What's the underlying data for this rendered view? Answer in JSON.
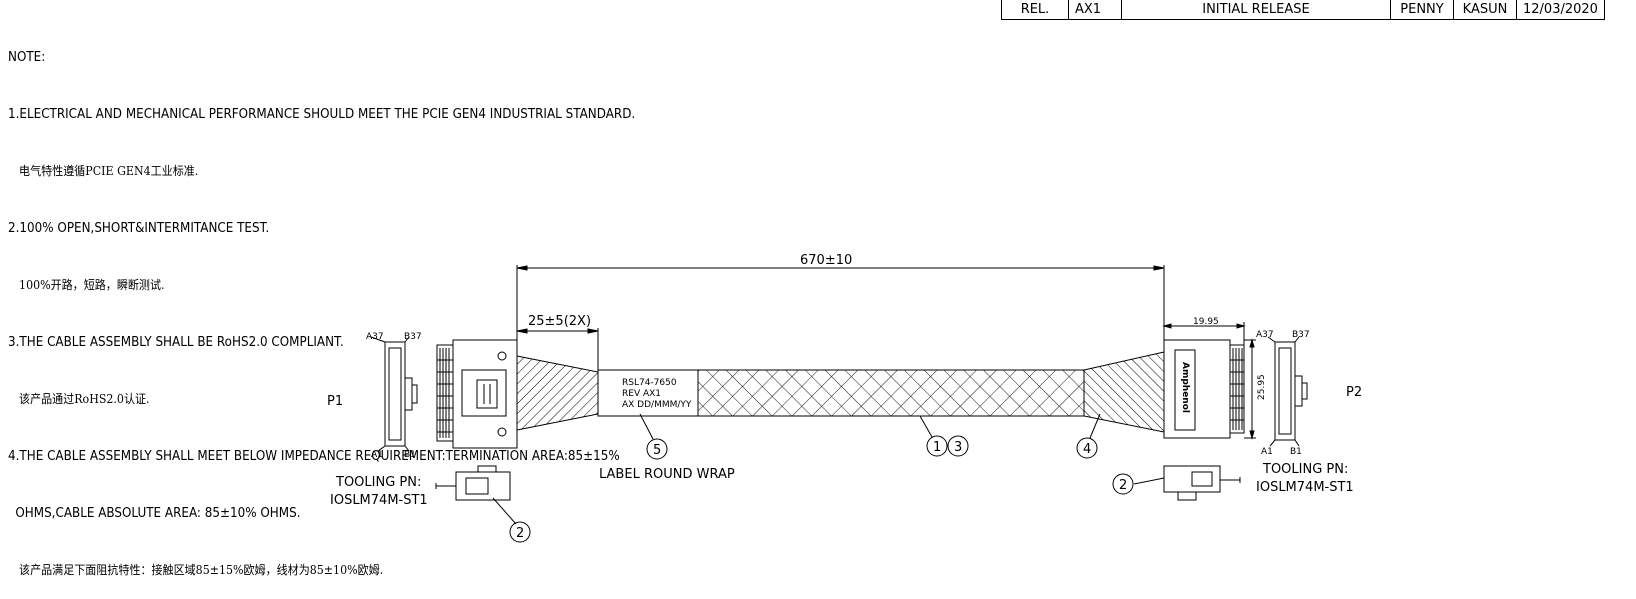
{
  "notes": {
    "heading": "NOTE:",
    "lines": [
      {
        "en": "1.ELECTRICAL AND MECHANICAL PERFORMANCE SHOULD MEET THE PCIE GEN4 INDUSTRIAL STANDARD.",
        "cn": "电气特性遵循PCIE GEN4工业标准."
      },
      {
        "en": "2.100% OPEN,SHORT&INTERMITANCE TEST.",
        "cn": "100%开路，短路，瞬断测试."
      },
      {
        "en": "3.THE CABLE ASSEMBLY SHALL BE RoHS2.0 COMPLIANT.",
        "cn": "该产品通过RoHS2.0认证."
      },
      {
        "en": "4.THE CABLE ASSEMBLY SHALL MEET BELOW IMPEDANCE REQUIREMENT:TERMINATION AREA:85±15%",
        "en2": "OHMS,CABLE ABSOLUTE AREA: 85±10% OHMS.",
        "cn": "该产品满足下面阻抗特性：接触区域85±15%欧姆，线材为85±10%欧姆."
      }
    ]
  },
  "revision": {
    "cells": [
      "REL.",
      "AX1",
      "INITIAL RELEASE",
      "PENNY",
      "KASUN",
      "12/03/2020"
    ]
  },
  "drawing": {
    "overall_length": "670±10",
    "breakout_length": "25±5(2X)",
    "label_text": [
      "RSL74-7650",
      "REV AX1",
      "AX DD/MMM/YY"
    ],
    "label_note": "LABEL ROUND WRAP",
    "p1": "P1",
    "p2": "P2",
    "pin_a37": "A37",
    "pin_b37": "B37",
    "pin_a1": "A1",
    "pin_b1": "B1",
    "tooling_label": "TOOLING PN:",
    "tooling_pn": "IOSLM74M-ST1",
    "dim_width": "19.95",
    "dim_height": "25.95",
    "brand": "Amphenol",
    "balloons": [
      "1",
      "2",
      "3",
      "4",
      "5"
    ]
  }
}
